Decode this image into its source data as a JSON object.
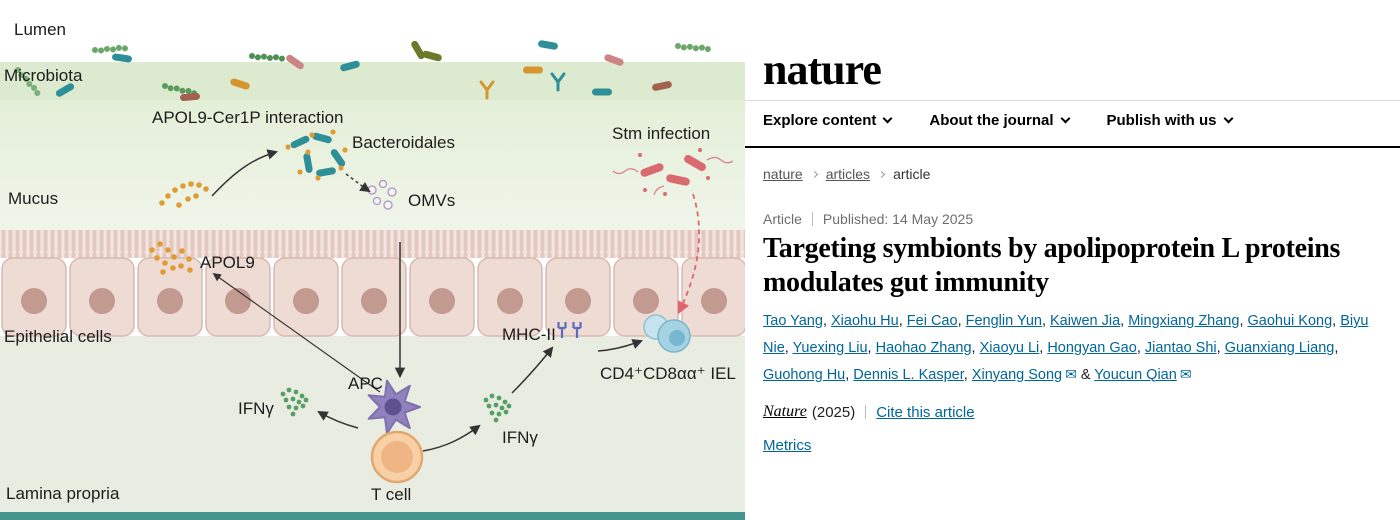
{
  "figure": {
    "labels": {
      "lumen": "Lumen",
      "microbiota": "Microbiota",
      "interaction": "APOL9-Cer1P interaction",
      "bacteroidales": "Bacteroidales",
      "stm": "Stm infection",
      "mucus": "Mucus",
      "omvs": "OMVs",
      "apol9": "APOL9",
      "epithelial": "Epithelial cells",
      "mhc2": "MHC-II",
      "iel": "CD4⁺CD8αα⁺ IEL",
      "apc": "APC",
      "ifng_left": "IFNγ",
      "ifng_right": "IFNγ",
      "tcell": "T cell",
      "lamina": "Lamina propria"
    },
    "colors": {
      "microbiota_band": "#dceacf",
      "mucus_top": "#e4efd8",
      "mucus_bottom": "#f0f5ea",
      "epithelium": "#eedbd3",
      "nucleus": "#c29a90",
      "lamina": "#e9ece1",
      "bottom_bar": "#43948c",
      "apol9_dots": "#e09c32",
      "bacteroidales_rod": "#2f8f99",
      "stm_rod": "#d96a70",
      "ifng_dots": "#55a065",
      "apc_cell": "#8f82bd",
      "tcell_outer": "#f8d0a6",
      "iel_cell": "#a5d3e3",
      "mhc2_icon": "#5b6bbf"
    }
  },
  "icons": {
    "email": "✉"
  },
  "site": {
    "logo": "nature",
    "nav": [
      {
        "label": "Explore content"
      },
      {
        "label": "About the journal"
      },
      {
        "label": "Publish with us"
      }
    ],
    "breadcrumb": {
      "items": [
        "nature",
        "articles",
        "article"
      ]
    },
    "article": {
      "type_label": "Article",
      "published": "Published: 14 May 2025",
      "title": "Targeting symbionts by apolipoprotein L proteins modulates gut immunity",
      "separators": {
        "comma": ", ",
        "amp": " & "
      },
      "authors": [
        {
          "name": "Tao Yang"
        },
        {
          "name": "Xiaohu Hu"
        },
        {
          "name": "Fei Cao"
        },
        {
          "name": "Fenglin Yun"
        },
        {
          "name": "Kaiwen Jia"
        },
        {
          "name": "Mingxiang Zhang"
        },
        {
          "name": "Gaohui Kong"
        },
        {
          "name": "Biyu Nie"
        },
        {
          "name": "Yuexing Liu"
        },
        {
          "name": "Haohao Zhang"
        },
        {
          "name": "Xiaoyu Li"
        },
        {
          "name": "Hongyan Gao"
        },
        {
          "name": "Jiantao Shi"
        },
        {
          "name": "Guanxiang Liang"
        },
        {
          "name": "Guohong Hu"
        },
        {
          "name": "Dennis L. Kasper"
        },
        {
          "name": "Xinyang Song",
          "email": true
        },
        {
          "name": "Youcun Qian",
          "email": true
        }
      ],
      "journal": "Nature",
      "year": "(2025)",
      "cite_link": "Cite this article",
      "metrics_link": "Metrics"
    }
  }
}
